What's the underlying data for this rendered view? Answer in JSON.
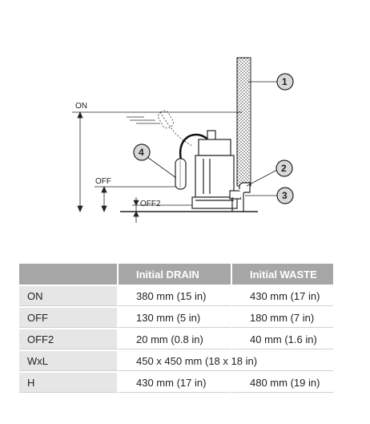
{
  "diagram": {
    "levels": {
      "on": "ON",
      "off": "OFF",
      "off2": "OFF2"
    },
    "callouts": [
      "1",
      "2",
      "3",
      "4"
    ]
  },
  "table": {
    "headers": [
      "",
      "Initial DRAIN",
      "Initial WASTE"
    ],
    "rows": [
      {
        "label": "ON",
        "drain": "380 mm (15 in)",
        "waste": "430 mm (17 in)"
      },
      {
        "label": "OFF",
        "drain": "130 mm (5 in)",
        "waste": "180 mm (7 in)"
      },
      {
        "label": "OFF2",
        "drain": "20 mm (0.8 in)",
        "waste": "40 mm (1.6 in)"
      },
      {
        "label": "WxL",
        "merged": "450 x 450 mm (18 x 18 in)"
      },
      {
        "label": "H",
        "drain": "430 mm (17 in)",
        "waste": "480 mm (19 in)"
      }
    ]
  },
  "colors": {
    "header_bg": "#a6a6a6",
    "label_bg": "#e6e6e6"
  }
}
